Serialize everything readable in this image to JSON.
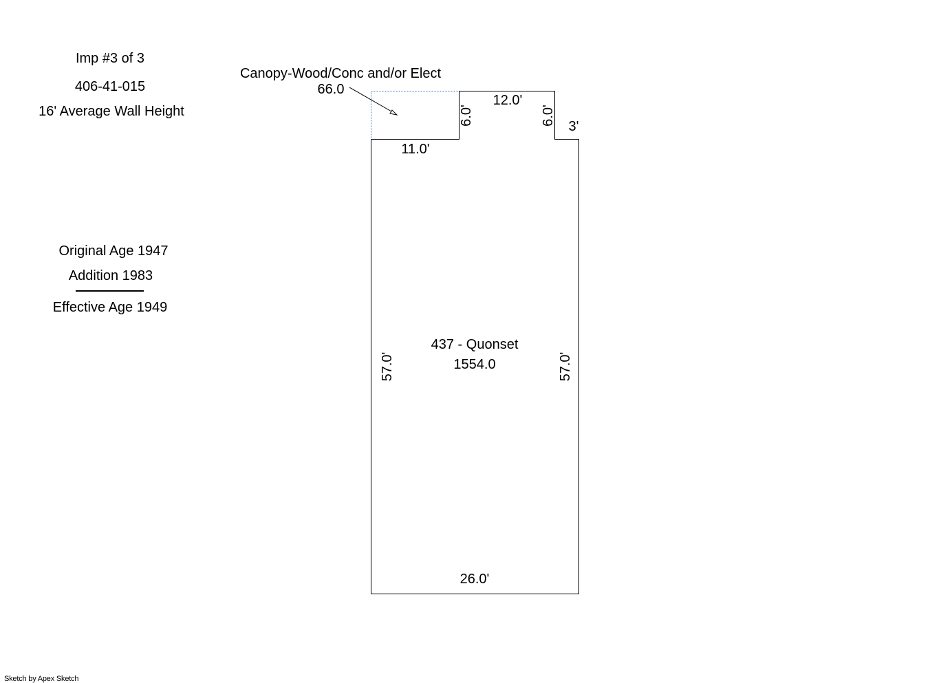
{
  "header": {
    "imp": "Imp #3 of 3",
    "parcel": "406-41-015",
    "wall_height": "16' Average Wall Height"
  },
  "ages": {
    "original": "Original Age 1947",
    "addition": "Addition 1983",
    "effective": "Effective Age 1949"
  },
  "canopy": {
    "label": "Canopy-Wood/Conc and/or Elect",
    "area": "66.0",
    "width_dim": "11.0'",
    "height_dim": "6.0'"
  },
  "main": {
    "label": "437 - Quonset",
    "area": "1554.0",
    "top_dim": "12.0'",
    "notch_dim": "6.0'",
    "step_dim": "3'",
    "left_dim": "57.0'",
    "right_dim": "57.0'",
    "bottom_dim": "26.0'"
  },
  "footer": "Sketch by Apex Sketch"
}
